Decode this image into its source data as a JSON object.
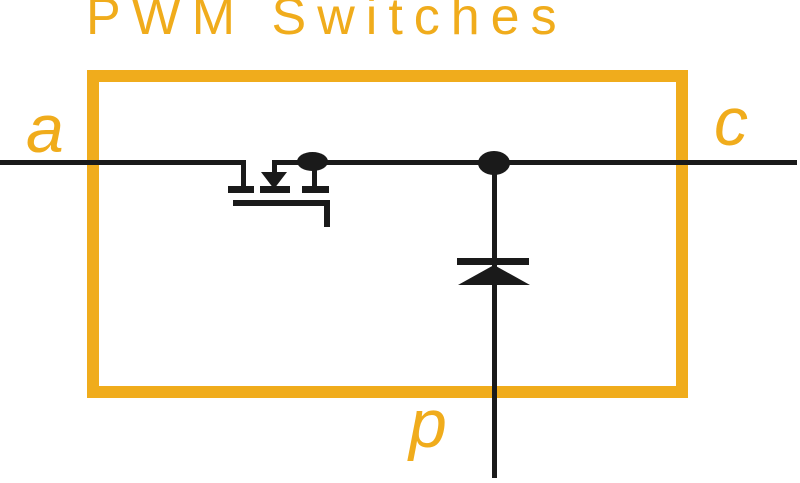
{
  "title": "PWM Switches",
  "terminals": {
    "a": "a",
    "c": "c",
    "p": "p"
  },
  "colors": {
    "accent": "#F0AC1C",
    "wire": "#1A1A1A",
    "background": "#FFFFFF"
  },
  "symbols": {
    "transistor": "mosfet-symbol",
    "diode": "diode-symbol",
    "junction": "junction-dot"
  }
}
